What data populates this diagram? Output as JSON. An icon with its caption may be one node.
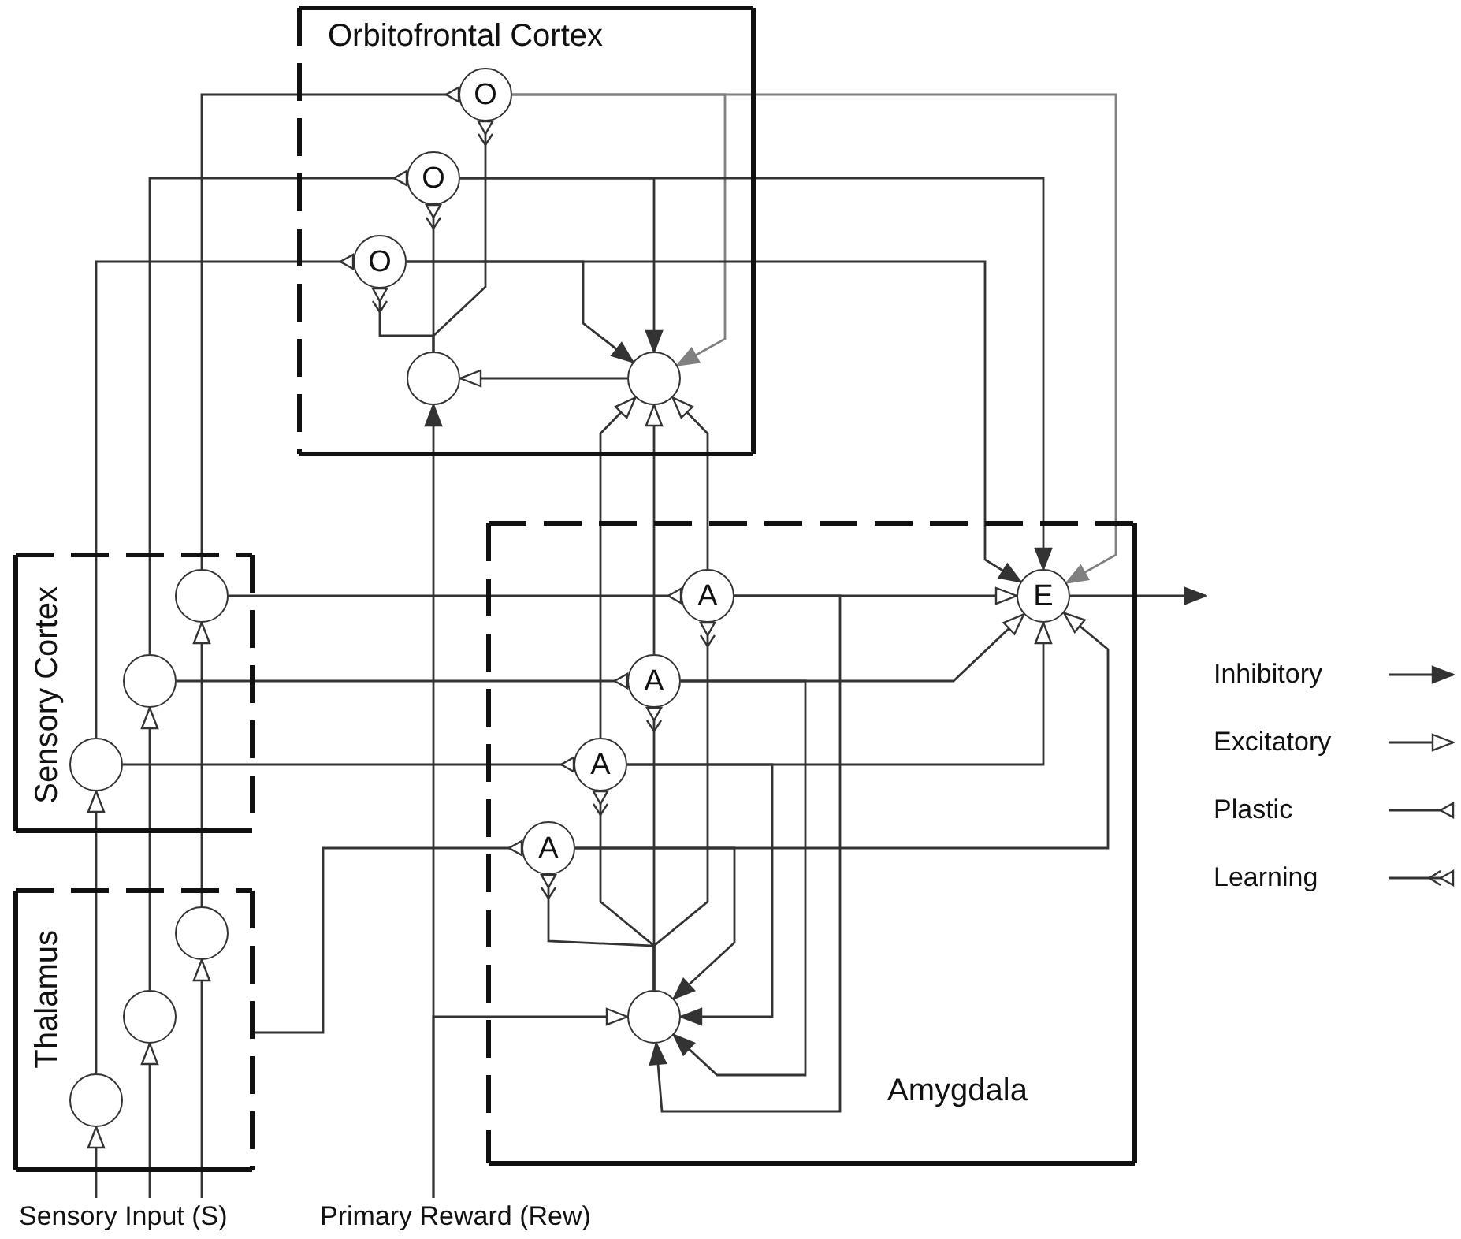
{
  "diagram": {
    "nodes": [
      {
        "text": [
          "Orbitofrontal Cortex"
        ]
      },
      {
        "text": [
          "Sensory Cortex"
        ]
      },
      {
        "text": [
          "Thalamus"
        ]
      },
      {
        "text": [
          "Amygdala"
        ]
      },
      {
        "text": [
          "O"
        ],
        "in": 0
      },
      {
        "text": [
          "O"
        ],
        "in": 0
      },
      {
        "text": [
          "O"
        ],
        "in": 0
      },
      {
        "text": [],
        "shape": "circle",
        "in": 0
      },
      {
        "text": [],
        "shape": "circle",
        "in": 0
      },
      {
        "text": [],
        "shape": "circle",
        "in": 1
      },
      {
        "text": [],
        "shape": "circle",
        "in": 1
      },
      {
        "text": [],
        "shape": "circle",
        "in": 1
      },
      {
        "text": [],
        "shape": "circle",
        "in": 2
      },
      {
        "text": [],
        "shape": "circle",
        "in": 2
      },
      {
        "text": [],
        "shape": "circle",
        "in": 2
      },
      {
        "text": [
          "A"
        ],
        "in": 3
      },
      {
        "text": [
          "A"
        ],
        "in": 3
      },
      {
        "text": [
          "A"
        ],
        "in": 3
      },
      {
        "text": [
          "A"
        ],
        "in": 3
      },
      {
        "text": [
          "E"
        ],
        "in": 3
      },
      {
        "text": [],
        "shape": "circle",
        "in": 3
      },
      {
        "text": [
          "Sensory Input (S)"
        ]
      },
      {
        "text": [
          "Primary Reward (Rew)"
        ]
      }
    ],
    "edges": [
      {
        "from": 21,
        "to": 14,
        "arrow": "to"
      },
      {
        "from": 21,
        "to": 13,
        "arrow": "to"
      },
      {
        "from": 21,
        "to": 12,
        "arrow": "to"
      },
      {
        "from": 14,
        "to": 11,
        "arrow": "to"
      },
      {
        "from": 13,
        "to": 10,
        "arrow": "to"
      },
      {
        "from": 12,
        "to": 9,
        "arrow": "to"
      },
      {
        "from": 11,
        "to": 6,
        "arrow": "other"
      },
      {
        "from": 10,
        "to": 5,
        "arrow": "other"
      },
      {
        "from": 9,
        "to": 4,
        "arrow": "other"
      },
      {
        "from": 11,
        "to": 17,
        "arrow": "other"
      },
      {
        "from": 10,
        "to": 16,
        "arrow": "other"
      },
      {
        "from": 9,
        "to": 15,
        "arrow": "other"
      },
      {
        "from": 2,
        "to": 18,
        "arrow": "other"
      },
      {
        "from": 22,
        "to": 7,
        "arrow": "to"
      },
      {
        "from": 22,
        "to": 20,
        "arrow": "to"
      },
      {
        "from": 8,
        "to": 7,
        "arrow": "to"
      },
      {
        "from": 4,
        "to": 8,
        "arrow": "to",
        "color": "#808080"
      },
      {
        "from": 5,
        "to": 8,
        "arrow": "to"
      },
      {
        "from": 6,
        "to": 8,
        "arrow": "to"
      },
      {
        "from": 4,
        "to": 19,
        "arrow": "to",
        "color": "#808080"
      },
      {
        "from": 5,
        "to": 19,
        "arrow": "to"
      },
      {
        "from": 6,
        "to": 19,
        "arrow": "to"
      },
      {
        "from": 7,
        "to": 4,
        "arrow": "other"
      },
      {
        "from": 7,
        "to": 5,
        "arrow": "other"
      },
      {
        "from": 7,
        "to": 6,
        "arrow": "other"
      },
      {
        "from": 15,
        "to": 8,
        "arrow": "to"
      },
      {
        "from": 16,
        "to": 8,
        "arrow": "to"
      },
      {
        "from": 17,
        "to": 8,
        "arrow": "to"
      },
      {
        "from": 20,
        "to": 15,
        "arrow": "other"
      },
      {
        "from": 20,
        "to": 16,
        "arrow": "other"
      },
      {
        "from": 20,
        "to": 17,
        "arrow": "other"
      },
      {
        "from": 20,
        "to": 18,
        "arrow": "other"
      },
      {
        "from": 15,
        "to": 19,
        "arrow": "to"
      },
      {
        "from": 16,
        "to": 19,
        "arrow": "to"
      },
      {
        "from": 17,
        "to": 19,
        "arrow": "to"
      },
      {
        "from": 18,
        "to": 19,
        "arrow": "to"
      },
      {
        "from": 15,
        "to": 20,
        "arrow": "to"
      },
      {
        "from": 16,
        "to": 20,
        "arrow": "to"
      },
      {
        "from": 17,
        "to": 20,
        "arrow": "to"
      },
      {
        "from": 18,
        "to": 20,
        "arrow": "to"
      },
      {
        "from": 19,
        "to": null,
        "arrow": "to"
      }
    ],
    "legend": [
      {
        "text": "Inhibitory"
      },
      {
        "text": "Excitatory"
      },
      {
        "text": "Plastic"
      },
      {
        "text": "Learning"
      }
    ]
  }
}
